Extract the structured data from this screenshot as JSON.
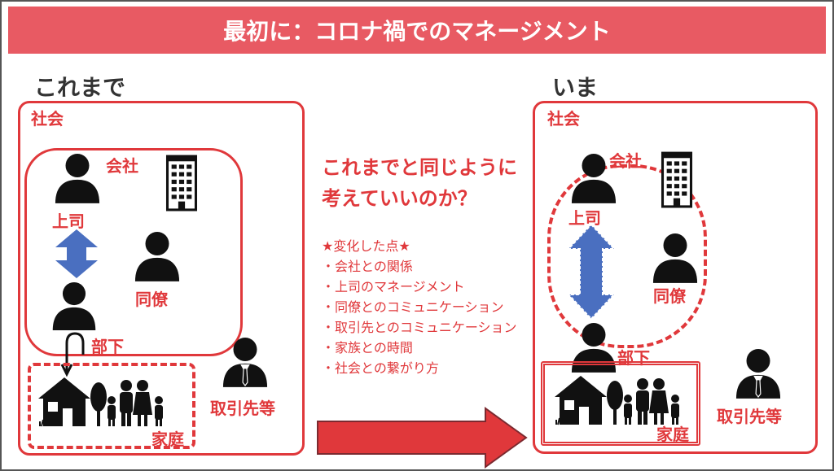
{
  "title": "最初に：コロナ禍でのマネージメント",
  "left": {
    "heading": "これまで",
    "society": "社会",
    "company": "会社",
    "boss": "上司",
    "colleague": "同僚",
    "subordinate": "部下",
    "partners": "取引先等",
    "family": "家庭"
  },
  "middle": {
    "question": "これまでと同じように考えていいのか？",
    "changes_title": "★変化した点★",
    "changes": [
      "・会社との関係",
      "・上司のマネージメント",
      "・同僚とのコミュニケーション",
      "・取引先とのコミュニケーション",
      "・家族との時間",
      "・社会との繋がり方"
    ]
  },
  "right": {
    "heading": "いま",
    "society": "社会",
    "company": "会社",
    "boss": "上司",
    "colleague": "同僚",
    "subordinate": "部下",
    "partners": "取引先等",
    "family": "家庭"
  },
  "colors": {
    "title_bg": "#e85a63",
    "accent_red": "#e0383b",
    "arrow_blue": "#4a6fc0",
    "icon_black": "#111111"
  }
}
